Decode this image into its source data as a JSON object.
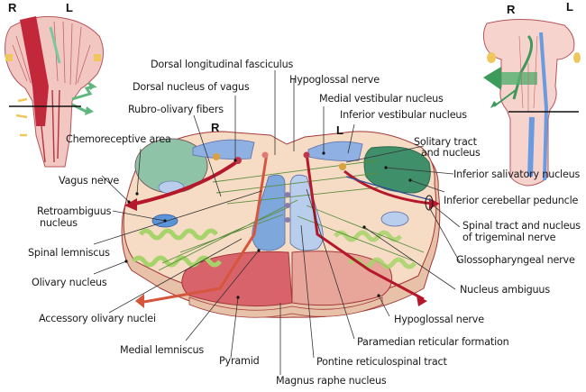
{
  "diagram": {
    "subject": "Medulla oblongata cross-section at level of hypoglossal and vagus nerves",
    "orientation_markers": {
      "left_inset": {
        "right": "R",
        "left": "L"
      },
      "right_inset": {
        "right": "R",
        "left": "L"
      },
      "section": {
        "right": "R",
        "left": "L"
      }
    },
    "labels": {
      "dorsal_longitudinal_fasciculus": "Dorsal longitudinal fasciculus",
      "hypoglossal_nerve_top": "Hypoglossal nerve",
      "dorsal_nucleus_of_vagus": "Dorsal nucleus of vagus",
      "medial_vestibular_nucleus": "Medial vestibular nucleus",
      "inferior_vestibular_nucleus": "Inferior  vestibular nucleus",
      "rubro_olivary_fibers": "Rubro-olivary fibers",
      "solitary_tract_line1": "Solitary tract",
      "solitary_tract_line2": "and nucleus",
      "chemoreceptive_area": "Chemoreceptive area",
      "inferior_salivatory_nucleus": "Inferior salivatory nucleus",
      "vagus_nerve": "Vagus nerve",
      "inferior_cerebellar_peduncle": "Inferior cerebellar peduncle",
      "retroambiguus_line1": "Retroambiguus",
      "retroambiguus_line2": "nucleus",
      "spinal_tract_trigeminal_line1": "Spinal tract and nucleus",
      "spinal_tract_trigeminal_line2": "of trigeminal nerve",
      "spinal_lemniscus": "Spinal lemniscus",
      "glossopharyngeal_nerve": "Glossopharyngeal nerve",
      "olivary_nucleus": "Olivary nucleus",
      "nucleus_ambiguus": "Nucleus ambiguus",
      "accessory_olivary_nuclei": "Accessory olivary nuclei",
      "hypoglossal_nerve_bottom": "Hypoglossal nerve",
      "medial_lemniscus": "Medial lemniscus",
      "paramedian_reticular_formation": "Paramedian reticular formation",
      "pyramid": "Pyramid",
      "pontine_reticulospinal_tract": "Pontine reticulospinal tract",
      "magnus_raphe_nucleus": "Magnus raphe nucleus"
    },
    "colors": {
      "tissue": "#f6dcc4",
      "tissue_edge": "#e8c2a8",
      "outline": "#a33a3a",
      "pyramid_right": "#d9636a",
      "pyramid_left": "#e8a69a",
      "medial_lemniscus": "#7ea7dc",
      "medial_lemniscus_light": "#b9cdec",
      "vestibular": "#8fb0e2",
      "chemoreceptive": "#8fc3a8",
      "salivatory_dark_green": "#3f8f6a",
      "olive": "#a6d46a",
      "nerve_red": "#b5172b",
      "arrow_orange_red": "#d5553d",
      "leader_line": "#333333"
    }
  }
}
